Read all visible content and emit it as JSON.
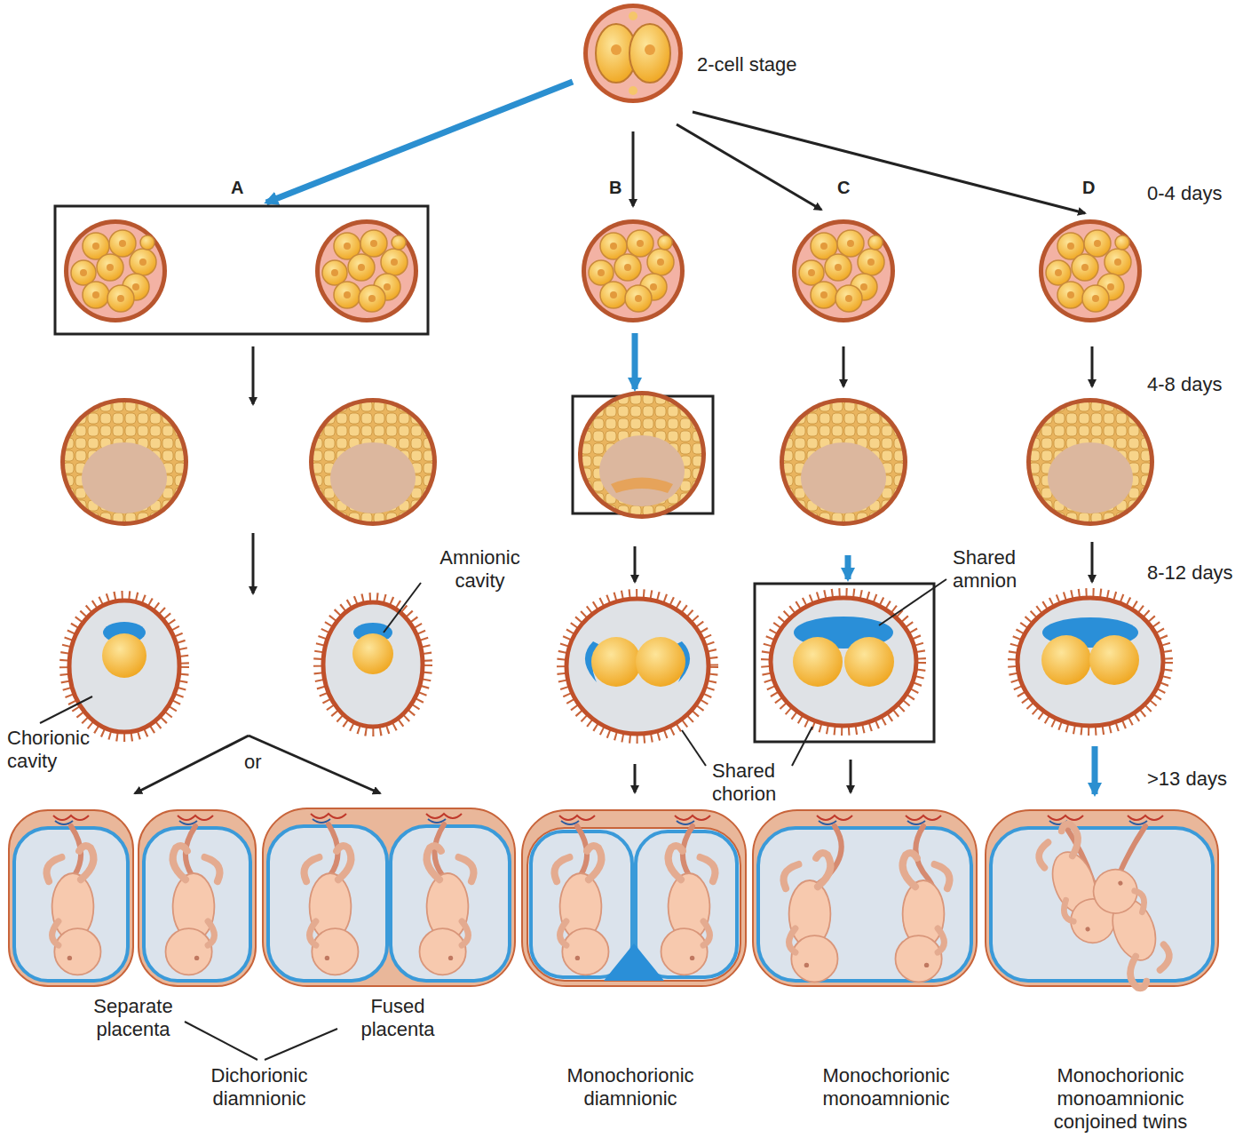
{
  "diagram": {
    "labels": [
      "2-cell stage",
      "A",
      "B",
      "C",
      "D",
      "0-4 days",
      "4-8 days",
      "Amnionic cavity",
      "Shared amnion",
      "8-12 days",
      "Chorionic cavity",
      "or",
      "Shared chorion",
      ">13 days",
      "Separate placenta",
      "Fused placenta",
      "Dichorionic diamnionic",
      "Monochorionic diamnionic",
      "Monochorionic monoamnionic",
      "Monochorionic monoamnionic conjoined twins"
    ]
  }
}
